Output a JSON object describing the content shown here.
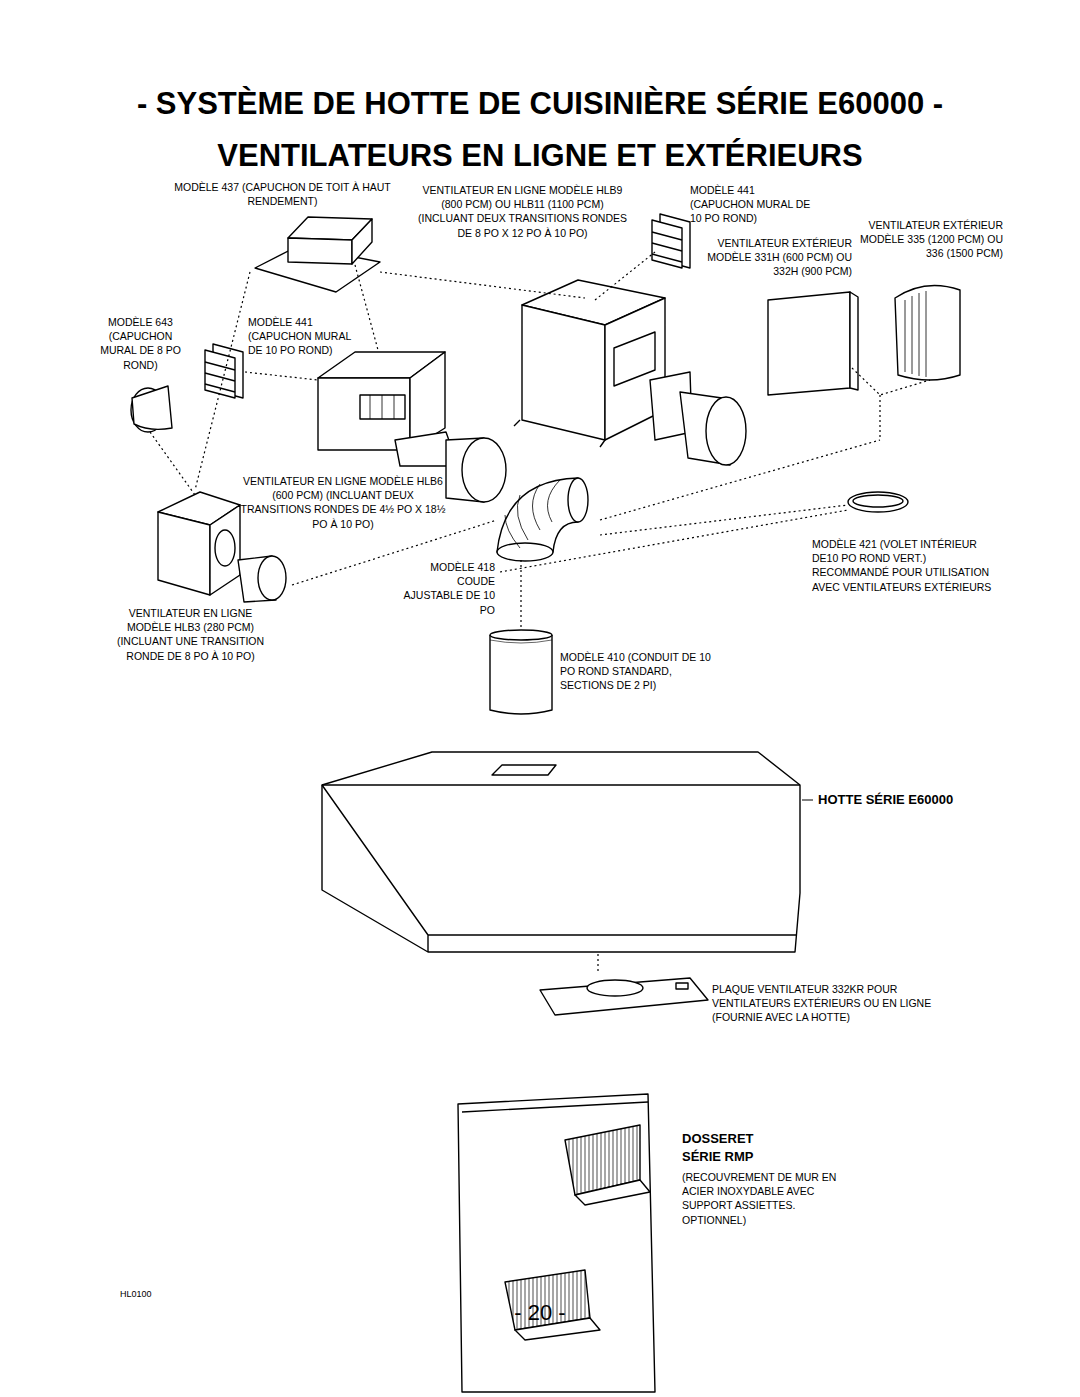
{
  "diagram": {
    "title": "- SYSTÈME DE HOTTE DE CUISINIÈRE SÉRIE E60000 - VENTILATEURS EN LIGNE ET EXTÉRIEURS",
    "labels": [
      "MODÈLE 437 (CAPUCHON DE TOIT À HAUT RENDEMENT)",
      "VENTILATEUR EN LIGNE MODÈLE HLB9 (800 PCM) OU HLB11 (1100 PCM) (INCLUANT DEUX TRANSITIONS RONDES DE 8 PO X 12 PO À 10 PO)",
      "MODÈLE 441 (CAPUCHON MURAL DE 10 PO ROND)",
      "VENTILATEUR EXTÉRIEUR MODÈLE 331H (600 PCM) OU 332H (900 PCM)",
      "VENTILATEUR EXTÉRIEUR MODÈLE 335 (1200 PCM) OU 336 (1500 PCM)",
      "MODÈLE 643 (CAPUCHON MURAL DE 8 PO ROND)",
      "MODÈLE 441 (CAPUCHON MURAL DE 10 PO ROND)",
      "VENTILATEUR EN LIGNE MODÈLE HLB6 (600 PCM) (INCLUANT DEUX TRANSITIONS RONDES DE 4½ PO X 18½ PO À 10 PO)",
      "MODÈLE 418 COUDE AJUSTABLE DE 10 PO",
      "MODÈLE 421 (VOLET INTÉRIEUR DE10 PO ROND VERT.) RECOMMANDÉ POUR UTILISATION AVEC VENTILATEURS EXTÉRIEURS",
      "VENTILATEUR EN LIGNE MODÈLE HLB3 (280 PCM) (INCLUANT UNE TRANSITION RONDE DE 8 PO À 10 PO)",
      "MODÈLE 410 (CONDUIT DE 10 PO ROND STANDARD, SECTIONS DE 2 PI)",
      "HOTTE SÉRIE E60000",
      "PLAQUE VENTILATEUR 332KR POUR VENTILATEURS EXTÉRIEURS OU EN LIGNE (FOURNIE AVEC LA HOTTE)",
      "DOSSERET SÉRIE RMP",
      "(RECOUVREMENT DE MUR EN ACIER INOXYDABLE AVEC SUPPORT ASSIETTES. OPTIONNEL)",
      "HL0100",
      "- 20 -"
    ]
  }
}
